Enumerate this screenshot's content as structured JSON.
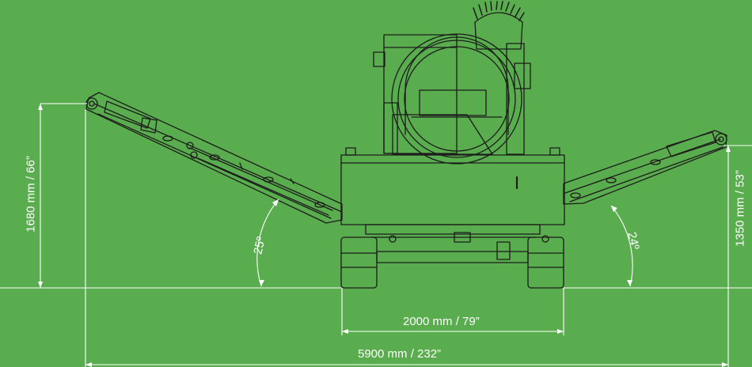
{
  "colors": {
    "background": "#5aad4e",
    "line": "#1c1c1c",
    "dimension": "#ffffff"
  },
  "dimensions": {
    "total_width": "5900 mm / 232”",
    "track_width": "2000 mm / 79”",
    "left_height": "1680 mm / 66”",
    "right_height": "1350 mm / 53”",
    "left_angle": "25º",
    "right_angle": "24º"
  }
}
